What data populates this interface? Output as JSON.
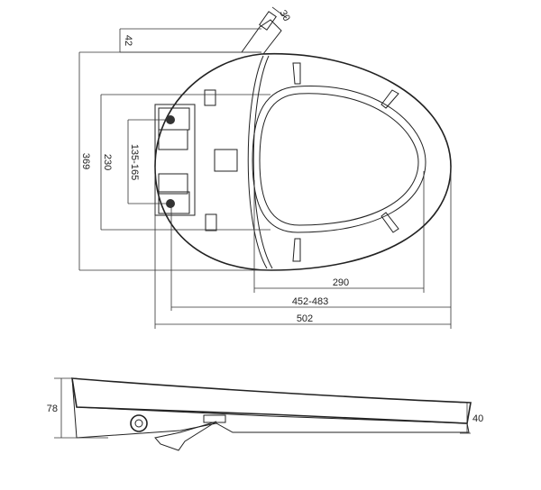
{
  "title": "Toilet seat dimension drawing",
  "top_view": {
    "dimensions": {
      "hinge_offset": "42",
      "hinge_width": "30",
      "overall_width": "369",
      "mount_span": "230",
      "bolt_spacing": "135-165",
      "opening_length": "290",
      "bolt_to_front": "452-483",
      "overall_length": "502"
    }
  },
  "side_view": {
    "dimensions": {
      "rear_height": "78",
      "front_height": "40"
    }
  }
}
